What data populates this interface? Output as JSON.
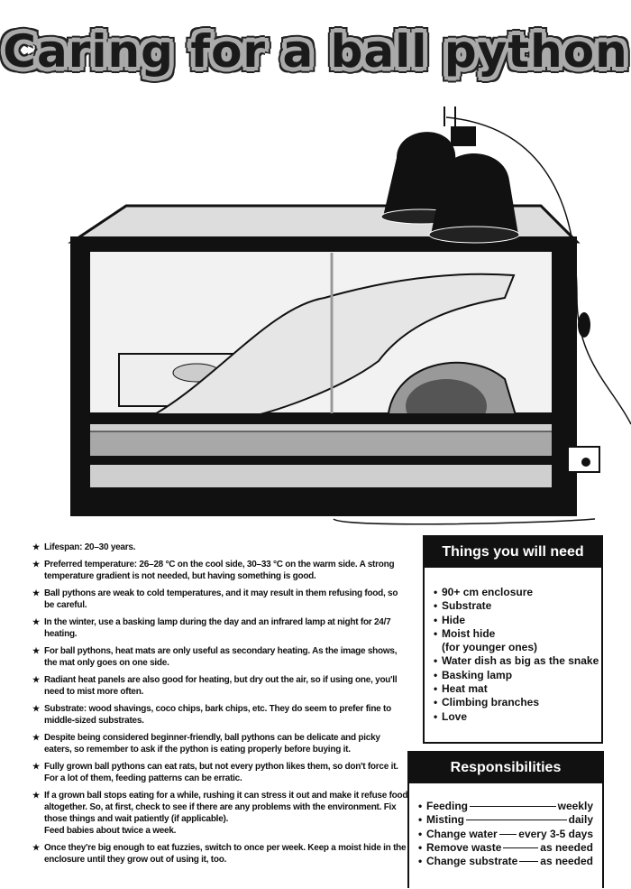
{
  "title": "Caring for a ball python",
  "facts": [
    "Lifespan: 20–30 years.",
    "Preferred temperature: 26–28 °C on the cool side, 30–33 °C on the warm side. A strong temperature gradient is not needed, but having something is good.",
    "Ball pythons are weak to cold temperatures, and it may result in them refusing food, so be careful.",
    "In the winter, use a basking lamp during the day and an infrared lamp at night for 24/7 heating.",
    "For ball pythons, heat mats are only useful as secondary heating. As the image shows, the mat only goes on one side.",
    "Radiant heat panels are also good for heating, but dry out the air, so if using one, you'll need to mist more often.",
    "Substrate: wood shavings, coco chips, bark chips, etc. They do seem to prefer fine to middle-sized substrates.",
    "Despite being considered beginner-friendly, ball pythons can be delicate and picky eaters, so remember to ask if the python is eating properly before buying it.",
    "Fully grown ball pythons can eat rats, but not every python likes them, so don't force it. For a lot of them, feeding patterns can be erratic.",
    "If a grown ball stops eating for a while, rushing it can stress it out and make it refuse food altogether. So, at first, check to see if there are any problems with the environment. Fix those things and wait patiently (if applicable).\nFeed babies about twice a week.",
    "Once they're big enough to eat fuzzies, switch to once per week. Keep a moist hide in the enclosure until they grow out of using it, too."
  ],
  "needs": {
    "heading": "Things you will need",
    "items": [
      "90+ cm enclosure",
      "Substrate",
      "Hide",
      "Moist hide\n(for younger ones)",
      "Water dish as big as the snake",
      "Basking lamp",
      "Heat mat",
      "Climbing branches",
      "Love"
    ]
  },
  "responsibilities": {
    "heading": "Responsibilities",
    "items": [
      {
        "task": "Feeding",
        "frequency": "weekly"
      },
      {
        "task": "Misting",
        "frequency": "daily"
      },
      {
        "task": "Change water",
        "frequency": "every 3-5 days"
      },
      {
        "task": "Remove waste",
        "frequency": "as needed"
      },
      {
        "task": "Change substrate",
        "frequency": "as needed"
      }
    ]
  }
}
